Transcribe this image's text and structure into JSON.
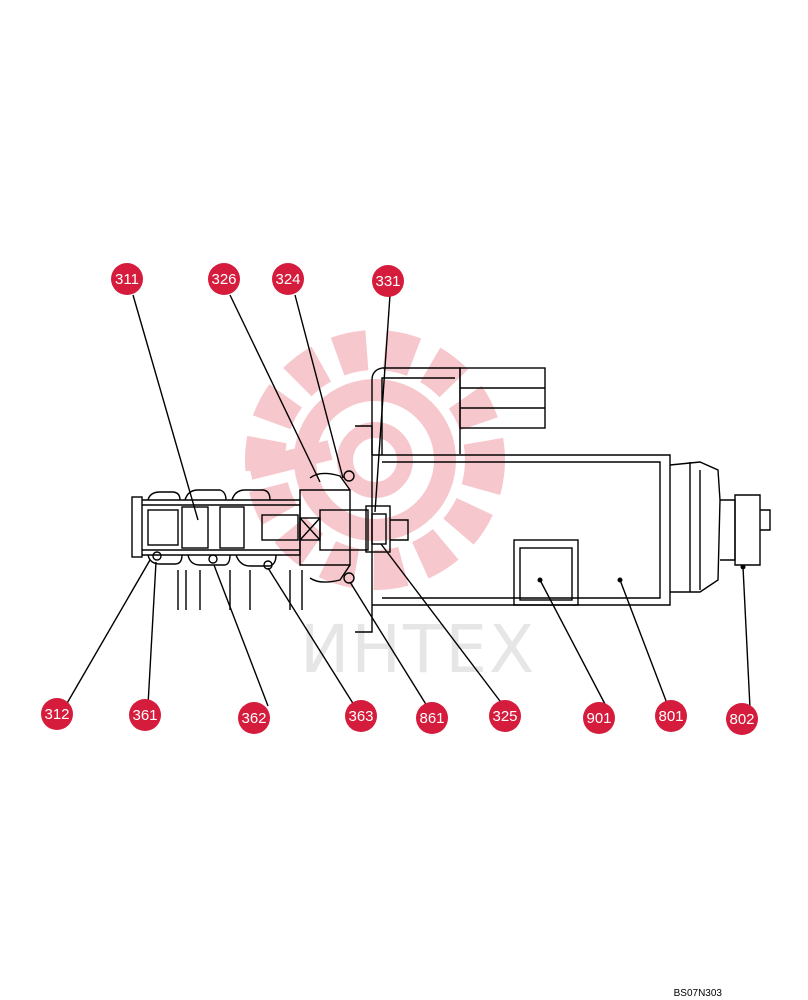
{
  "diagram": {
    "drawing_code": "BS07N303",
    "watermark": "ИНТЕХ",
    "callout_color": "#d51c3c",
    "watermark_color": "#f0c0c0",
    "callouts": [
      {
        "id": "311",
        "label": "311"
      },
      {
        "id": "326",
        "label": "326"
      },
      {
        "id": "324",
        "label": "324"
      },
      {
        "id": "331",
        "label": "331"
      },
      {
        "id": "312",
        "label": "312"
      },
      {
        "id": "361",
        "label": "361"
      },
      {
        "id": "362",
        "label": "362"
      },
      {
        "id": "363",
        "label": "363"
      },
      {
        "id": "861",
        "label": "861"
      },
      {
        "id": "325",
        "label": "325"
      },
      {
        "id": "901",
        "label": "901"
      },
      {
        "id": "801",
        "label": "801"
      },
      {
        "id": "802",
        "label": "802"
      }
    ]
  }
}
